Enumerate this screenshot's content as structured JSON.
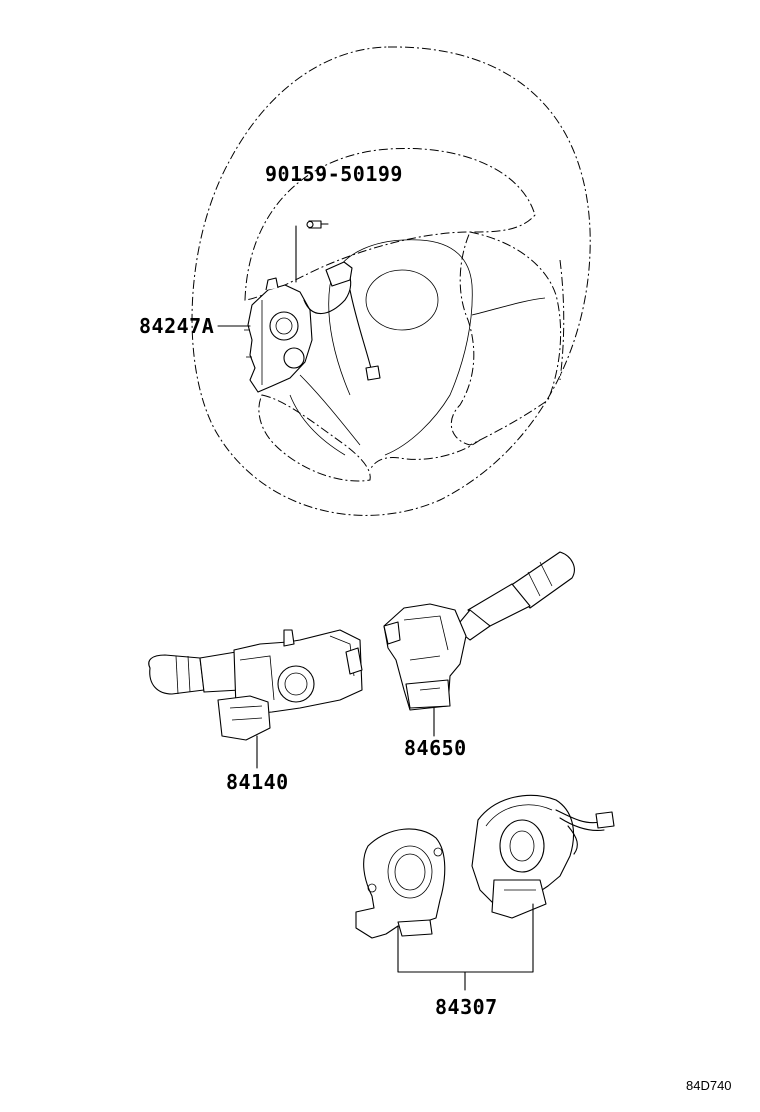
{
  "parts": {
    "bolt": {
      "label": "90159-50199"
    },
    "switch_pad": {
      "label": "84247A"
    },
    "turn_switch": {
      "label": "84140"
    },
    "wiper_switch": {
      "label": "84650"
    },
    "spiral_cable": {
      "label": "84307"
    }
  },
  "drawing_code": "84D740"
}
